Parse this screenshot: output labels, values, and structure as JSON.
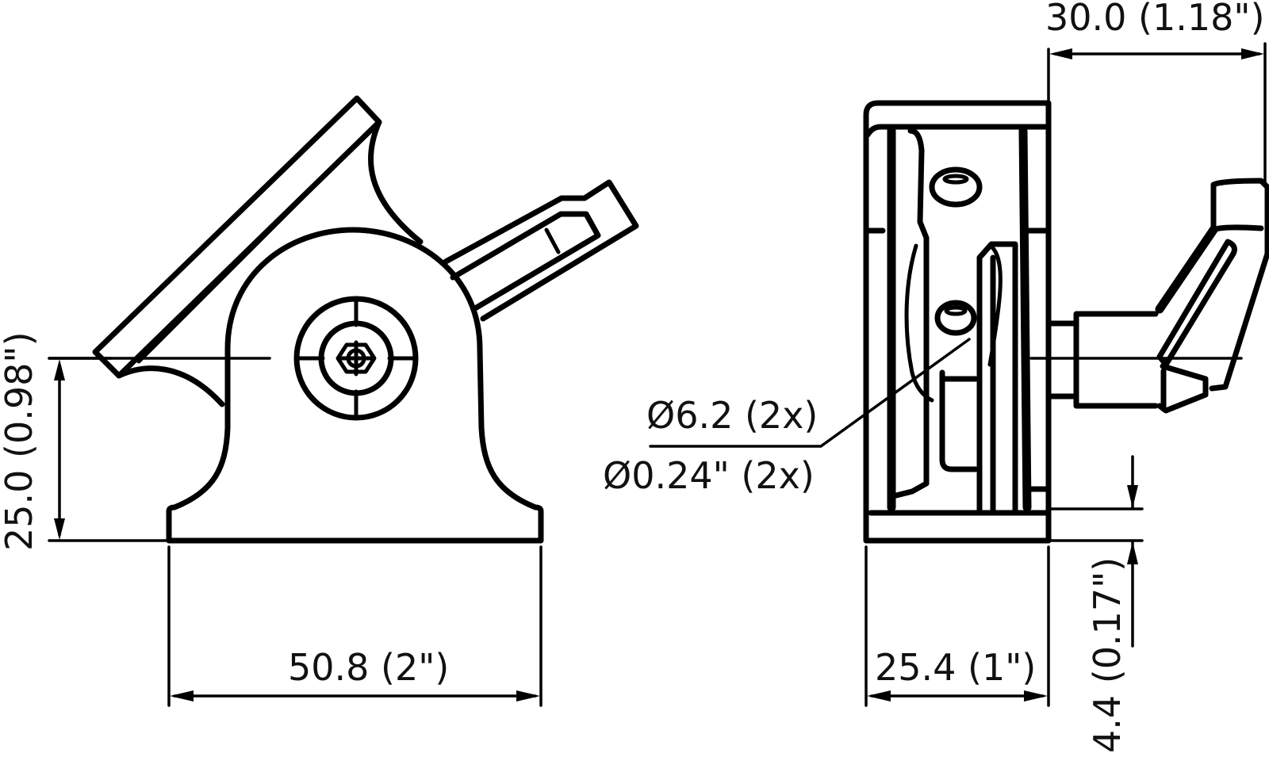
{
  "drawing": {
    "line_color": "#000000",
    "background": "#ffffff",
    "views": [
      {
        "name": "front-view",
        "description": "Angled bracket/hinge with tilted arm, pivot bolt and locking lever"
      },
      {
        "name": "side-view",
        "description": "Side projection of bracket with clamping lever"
      }
    ]
  },
  "dimensions": {
    "height": {
      "label": "25.0 (0.98\")",
      "mm": 25.0,
      "in": 0.98
    },
    "width_front": {
      "label": "50.8 (2\")",
      "mm": 50.8,
      "in": 2
    },
    "width_side": {
      "label": "25.4 (1\")",
      "mm": 25.4,
      "in": 1
    },
    "lever_offset": {
      "label": "30.0 (1.18\")",
      "mm": 30.0,
      "in": 1.18
    },
    "base_thickness": {
      "label": "4.4 (0.17\")",
      "mm": 4.4,
      "in": 0.17
    },
    "hole_diameter": {
      "label_mm": "Ø6.2 (2x)",
      "label_in": "Ø0.24\" (2x)",
      "mm": 6.2,
      "in": 0.24,
      "count": 2
    }
  }
}
